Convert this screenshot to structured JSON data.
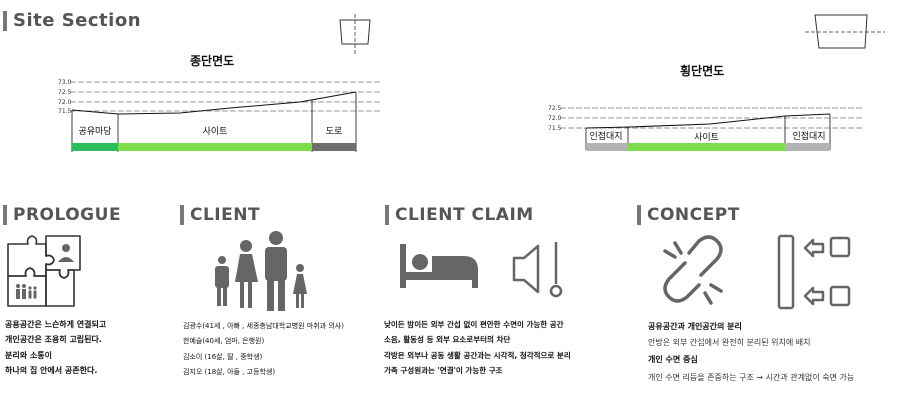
{
  "site_section": {
    "title": "Site Section",
    "longitudinal": {
      "title": "종단면도",
      "levels": [
        "73.0",
        "72.5",
        "72.0",
        "71.5"
      ],
      "zones": [
        "공유마당",
        "사이트",
        "도로"
      ]
    },
    "cross": {
      "title": "횡단면도",
      "levels": [
        "72.5",
        "72.0",
        "71.5"
      ],
      "zones": [
        "인접대지",
        "사이트",
        "인접대지"
      ]
    }
  },
  "prologue": {
    "title": "PROLOGUE",
    "lines": [
      "공용공간은 느슨하게 연결되고",
      "개인공간은 조용히 고립된다.",
      "분리와 소통이",
      "하나의 집 안에서 공존한다."
    ]
  },
  "client": {
    "title": "CLIENT",
    "members": [
      "김광수(41세 , 아빠 , 세종충남대학교병원 마취과 의사)",
      "한예슬(40세, 엄마, 은행원)",
      "김소이 (16살, 딸 , 중학생)",
      "김지오 (18살, 아들 , 고등학생)"
    ]
  },
  "client_claim": {
    "title": "CLIENT CLAIM",
    "lines": [
      "낮이든 밤이든 외부 간섭 없이 편안한 수면이 가능한 공간",
      "소음, 활동성 등 외부 요소로부터의 차단",
      "각방은 외부나 공동 생활 공간과는 시각적, 청각적으로 분리",
      "가족 구성원과는 '연결'이 가능한 구조"
    ]
  },
  "concept": {
    "title": "CONCEPT",
    "items": [
      {
        "heading": "공유공간과 개인공간의 분리",
        "body": "안방은 외부 간섭에서 완전히 분리된 위치에 배치"
      },
      {
        "heading": "개인 수면 중심",
        "body": "개인 수면 리듬을 존중하는 구조 → 시간과 관계없이 숙면 가능"
      }
    ]
  },
  "colors": {
    "shared": "#2ebd5d",
    "site": "#7ddc4a",
    "road": "#6e6e6e",
    "neighbor": "#b3b3b3",
    "icon_gray": "#666666"
  }
}
